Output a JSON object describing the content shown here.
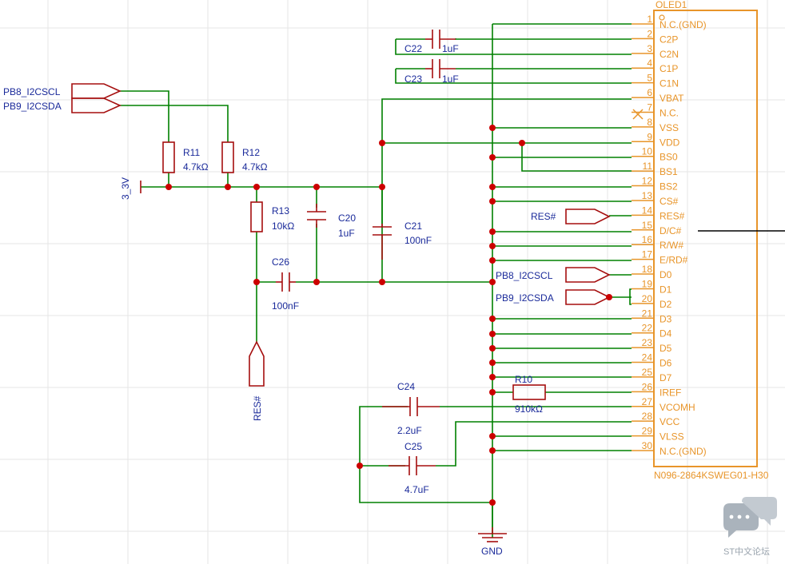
{
  "colors": {
    "wire": "#008000",
    "component": "#a50e0e",
    "junction": "#cc0000",
    "label": "#1a2a9a",
    "chip": "#e8952a",
    "grid": "#e6e6e6"
  },
  "chip": {
    "designator": "OLED1",
    "part_number": "N096-2864KSWEG01-H30",
    "pins": [
      {
        "num": "1",
        "name": "N.C.(GND)"
      },
      {
        "num": "2",
        "name": "C2P"
      },
      {
        "num": "3",
        "name": "C2N"
      },
      {
        "num": "4",
        "name": "C1P"
      },
      {
        "num": "5",
        "name": "C1N"
      },
      {
        "num": "6",
        "name": "VBAT"
      },
      {
        "num": "7",
        "name": "N.C."
      },
      {
        "num": "8",
        "name": "VSS"
      },
      {
        "num": "9",
        "name": "VDD"
      },
      {
        "num": "10",
        "name": "BS0"
      },
      {
        "num": "11",
        "name": "BS1"
      },
      {
        "num": "12",
        "name": "BS2"
      },
      {
        "num": "13",
        "name": "CS#"
      },
      {
        "num": "14",
        "name": "RES#"
      },
      {
        "num": "15",
        "name": "D/C#"
      },
      {
        "num": "16",
        "name": "R/W#"
      },
      {
        "num": "17",
        "name": "E/RD#"
      },
      {
        "num": "18",
        "name": "D0"
      },
      {
        "num": "19",
        "name": "D1"
      },
      {
        "num": "20",
        "name": "D2"
      },
      {
        "num": "21",
        "name": "D3"
      },
      {
        "num": "22",
        "name": "D4"
      },
      {
        "num": "23",
        "name": "D5"
      },
      {
        "num": "24",
        "name": "D6"
      },
      {
        "num": "25",
        "name": "D7"
      },
      {
        "num": "26",
        "name": "IREF"
      },
      {
        "num": "27",
        "name": "VCOMH"
      },
      {
        "num": "28",
        "name": "VCC"
      },
      {
        "num": "29",
        "name": "VLSS"
      },
      {
        "num": "30",
        "name": "N.C.(GND)"
      }
    ]
  },
  "components": {
    "r11": {
      "ref": "R11",
      "value": "4.7kΩ"
    },
    "r12": {
      "ref": "R12",
      "value": "4.7kΩ"
    },
    "r13": {
      "ref": "R13",
      "value": "10kΩ"
    },
    "r10": {
      "ref": "R10",
      "value": "910kΩ"
    },
    "c20": {
      "ref": "C20",
      "value": "1uF"
    },
    "c21": {
      "ref": "C21",
      "value": "100nF"
    },
    "c22": {
      "ref": "C22",
      "value": "1uF"
    },
    "c23": {
      "ref": "C23",
      "value": "1uF"
    },
    "c24": {
      "ref": "C24",
      "value": "2.2uF"
    },
    "c25": {
      "ref": "C25",
      "value": "4.7uF"
    },
    "c26": {
      "ref": "C26",
      "value": "100nF"
    }
  },
  "nets": {
    "pb8_left": "PB8_I2CSCL",
    "pb9_left": "PB9_I2CSDA",
    "power": "3_3V",
    "res_bottom": "RES#",
    "res_right": "RES#",
    "pb8_right": "PB8_I2CSCL",
    "pb9_right": "PB9_I2CSDA",
    "gnd": "GND"
  },
  "watermark": "ST中文论坛"
}
